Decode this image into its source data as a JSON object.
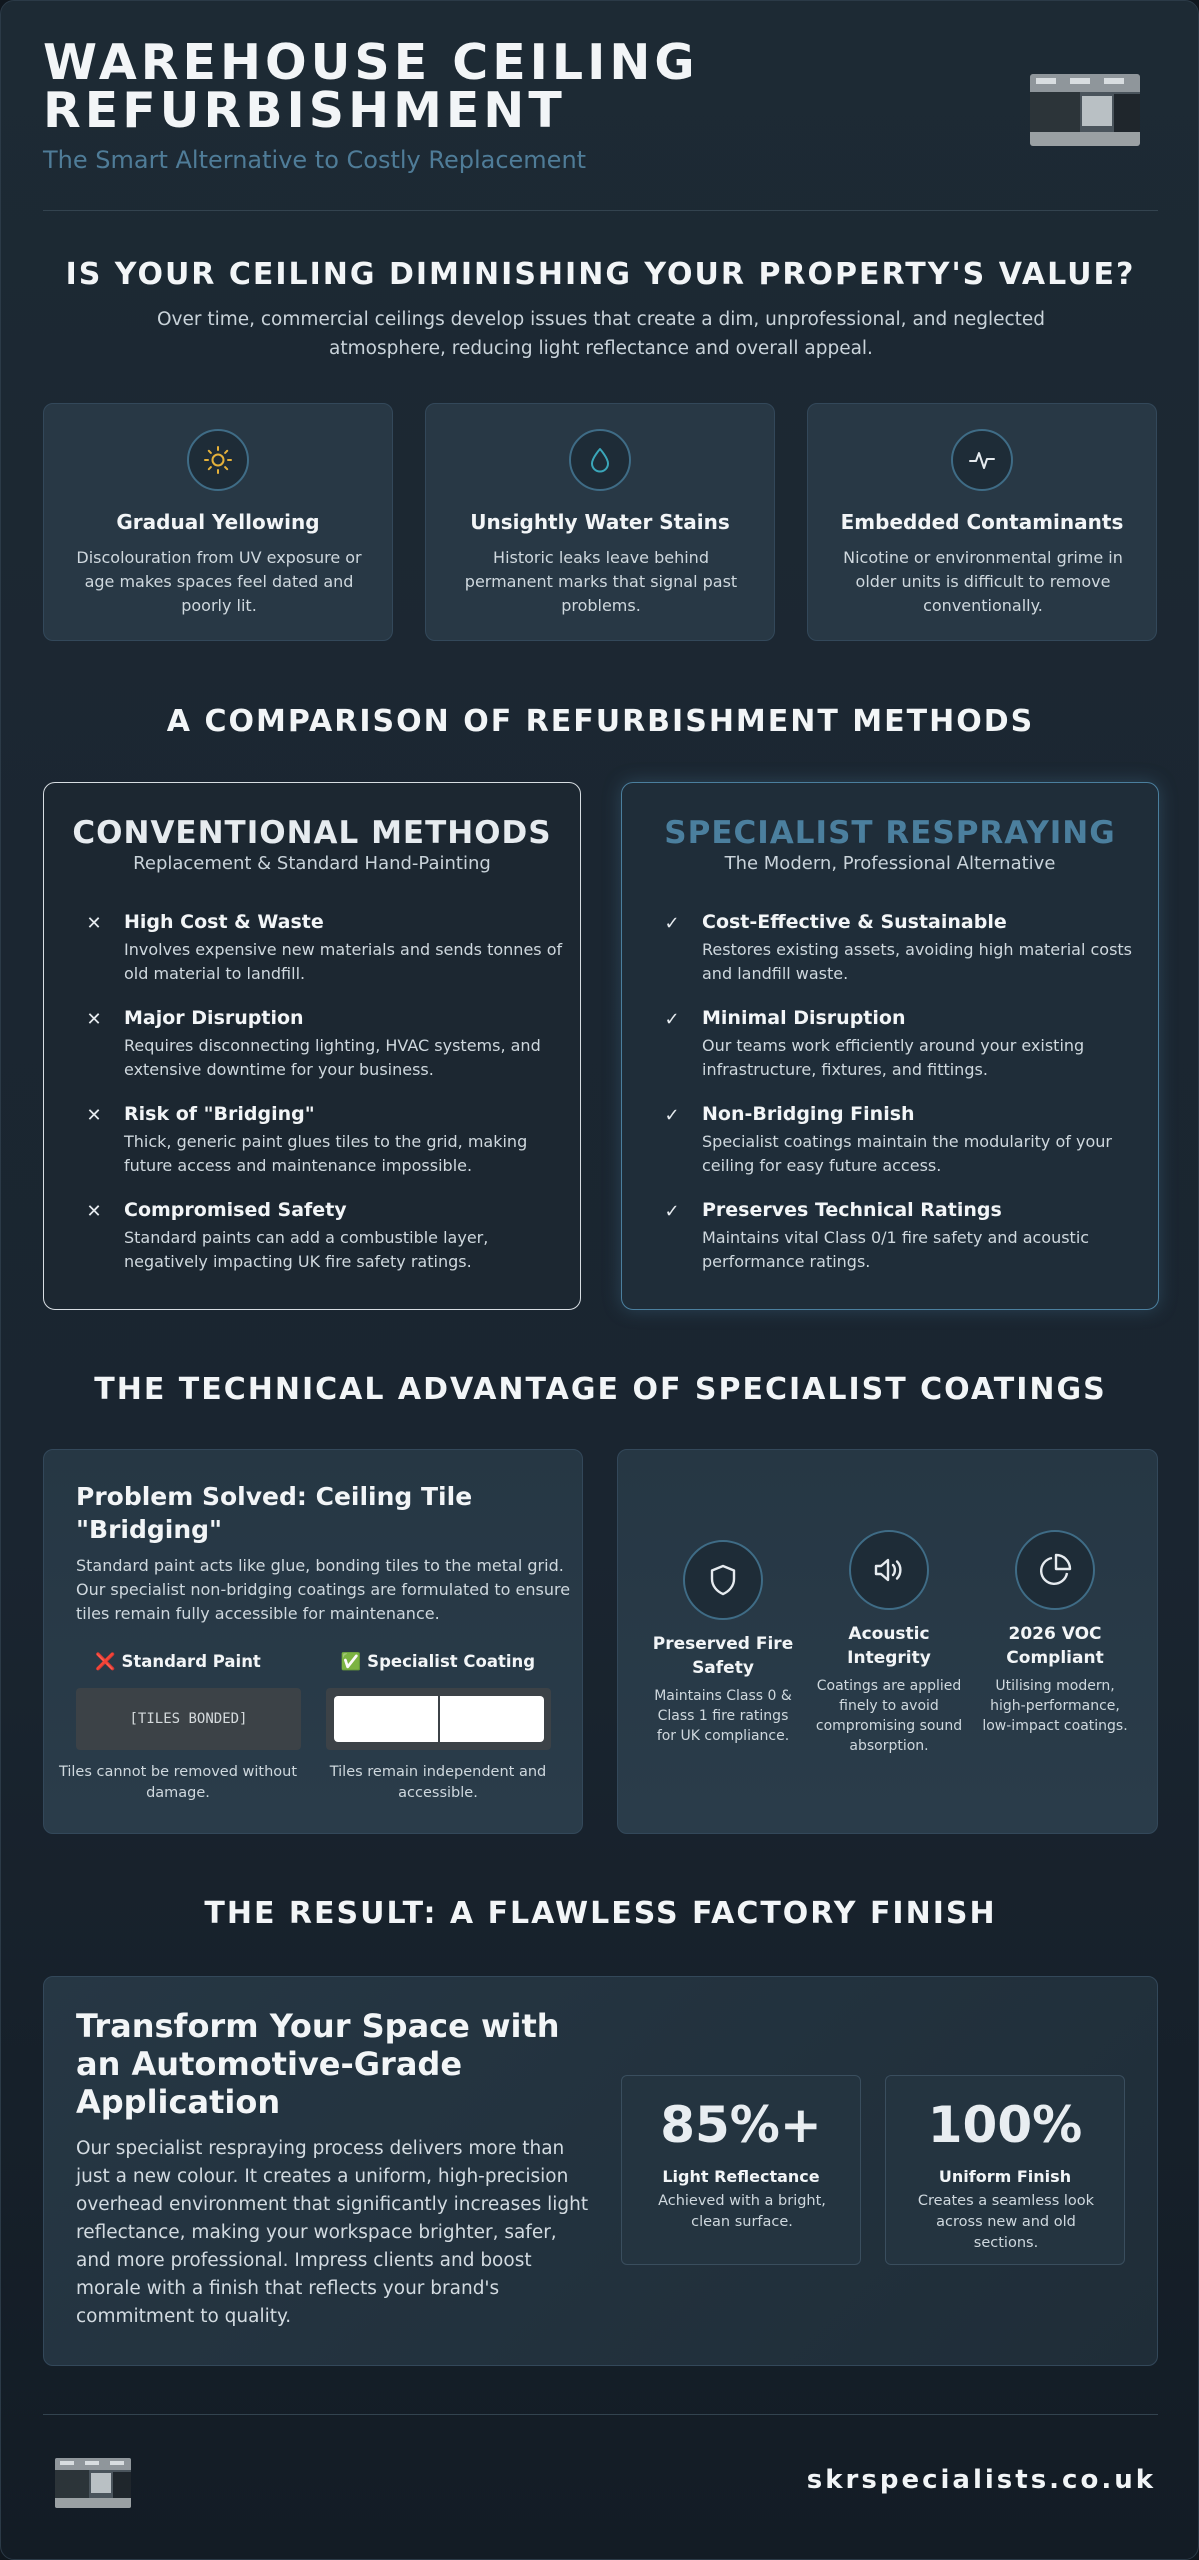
{
  "header": {
    "title": "WAREHOUSE CEILING REFURBISHMENT",
    "subtitle": "The Smart Alternative to Costly Replacement"
  },
  "problem": {
    "title": "IS YOUR CEILING DIMINISHING YOUR PROPERTY'S VALUE?",
    "intro": "Over time, commercial ceilings develop issues that create a dim, unprofessional, and neglected atmosphere, reducing light reflectance and overall appeal.",
    "cards": [
      {
        "icon": "sun-icon",
        "title": "Gradual Yellowing",
        "desc": "Discolouration from UV exposure or age makes spaces feel dated and poorly lit."
      },
      {
        "icon": "water-drop-icon",
        "title": "Unsightly Water Stains",
        "desc": "Historic leaks leave behind permanent marks that signal past problems."
      },
      {
        "icon": "pulse-icon",
        "title": "Embedded Contaminants",
        "desc": "Nicotine or environmental grime in older units is difficult to remove conventionally."
      }
    ]
  },
  "comparison": {
    "title": "A COMPARISON OF REFURBISHMENT METHODS",
    "conventional": {
      "title": "CONVENTIONAL METHODS",
      "subtitle": "Replacement & Standard Hand-Painting",
      "marker": "✕",
      "items": [
        {
          "title": "High Cost & Waste",
          "desc": "Involves expensive new materials and sends tonnes of old material to landfill."
        },
        {
          "title": "Major Disruption",
          "desc": "Requires disconnecting lighting, HVAC systems, and extensive downtime for your business."
        },
        {
          "title": "Risk of \"Bridging\"",
          "desc": "Thick, generic paint glues tiles to the grid, making future access and maintenance impossible."
        },
        {
          "title": "Compromised Safety",
          "desc": "Standard paints can add a combustible layer, negatively impacting UK fire safety ratings."
        }
      ]
    },
    "specialist": {
      "title": "SPECIALIST RESPRAYING",
      "subtitle": "The Modern, Professional Alternative",
      "marker": "✓",
      "items": [
        {
          "title": "Cost-Effective & Sustainable",
          "desc": "Restores existing assets, avoiding high material costs and landfill waste."
        },
        {
          "title": "Minimal Disruption",
          "desc": "Our teams work efficiently around your existing infrastructure, fixtures, and fittings."
        },
        {
          "title": "Non-Bridging Finish",
          "desc": "Specialist coatings maintain the modularity of your ceiling for easy future access."
        },
        {
          "title": "Preserves Technical Ratings",
          "desc": "Maintains vital Class 0/1 fire safety and acoustic performance ratings."
        }
      ]
    }
  },
  "technical": {
    "title": "THE TECHNICAL ADVANTAGE OF SPECIALIST COATINGS",
    "bridging": {
      "title": "Problem Solved: Ceiling Tile \"Bridging\"",
      "desc": "Standard paint acts like glue, bonding tiles to the metal grid. Our specialist non-bridging coatings are formulated to ensure tiles remain fully accessible for maintenance.",
      "standard_label": "❌ Standard Paint",
      "standard_demo": "[TILES BONDED]",
      "standard_caption": "Tiles cannot be removed without damage.",
      "specialist_label": "✅ Specialist Coating",
      "specialist_caption": "Tiles remain independent and accessible."
    },
    "features": [
      {
        "icon": "shield-icon",
        "title": "Preserved Fire Safety",
        "desc": "Maintains Class 0 & Class 1 fire ratings for UK compliance."
      },
      {
        "icon": "speaker-icon",
        "title": "Acoustic Integrity",
        "desc": "Coatings are applied finely to avoid compromising sound absorption."
      },
      {
        "icon": "pie-chart-icon",
        "title": "2026 VOC Compliant",
        "desc": "Utilising modern, high-performance, low-impact coatings."
      }
    ]
  },
  "result": {
    "section_title": "THE RESULT: A FLAWLESS FACTORY FINISH",
    "title": "Transform Your Space with an Automotive-Grade Application",
    "desc": "Our specialist respraying process delivers more than just a new colour. It creates a uniform, high-precision overhead environment that significantly increases light reflectance, making your workspace brighter, safer, and more professional. Impress clients and boost morale with a finish that reflects your brand's commitment to quality.",
    "stats": [
      {
        "value": "85%+",
        "label": "Light Reflectance",
        "desc": "Achieved with a bright, clean surface."
      },
      {
        "value": "100%",
        "label": "Uniform Finish",
        "desc": "Creates a seamless look across new and old sections."
      }
    ]
  },
  "footer": {
    "url": "skrspecialists.co.uk"
  },
  "colors": {
    "background": "#1b2631",
    "accent": "#4f7c98",
    "specialist_title": "#4b7f9e",
    "sun": "#e6b23a",
    "drop": "#3aa6b9"
  }
}
